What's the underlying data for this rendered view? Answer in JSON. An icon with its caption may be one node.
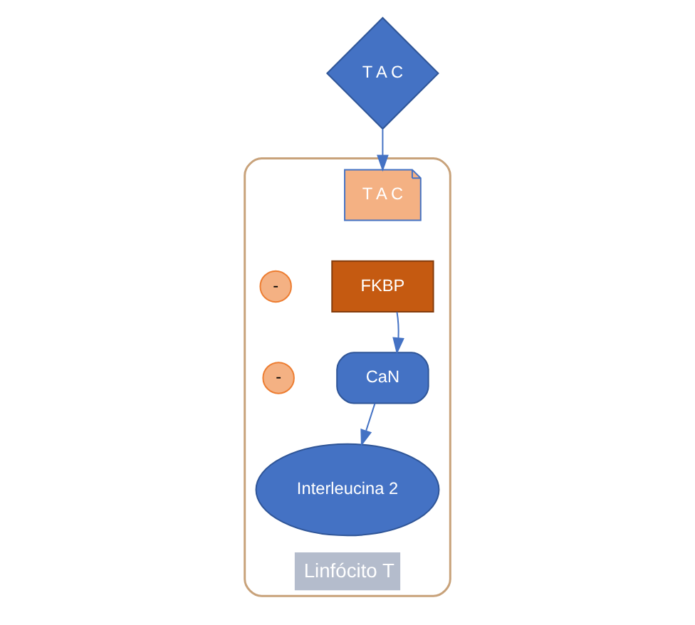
{
  "diagram": {
    "nodes": [
      {
        "text": [
          "Linfócito T"
        ]
      },
      {
        "text": [
          "T A C"
        ]
      },
      {
        "text": [
          "T A C"
        ],
        "in": 0
      },
      {
        "text": [
          "FKBP"
        ],
        "in": 0
      },
      {
        "text": [
          "-"
        ],
        "in": 0
      },
      {
        "text": [
          "CaN"
        ],
        "in": 0
      },
      {
        "text": [
          "-"
        ],
        "in": 0
      },
      {
        "text": [
          "Interleucina 2"
        ],
        "in": 0
      }
    ],
    "edges": [
      {
        "from": 1,
        "to": 2,
        "arrow": "to"
      },
      {
        "from": 3,
        "to": 5,
        "arrow": "to"
      },
      {
        "from": 5,
        "to": 7,
        "arrow": "to"
      }
    ]
  }
}
